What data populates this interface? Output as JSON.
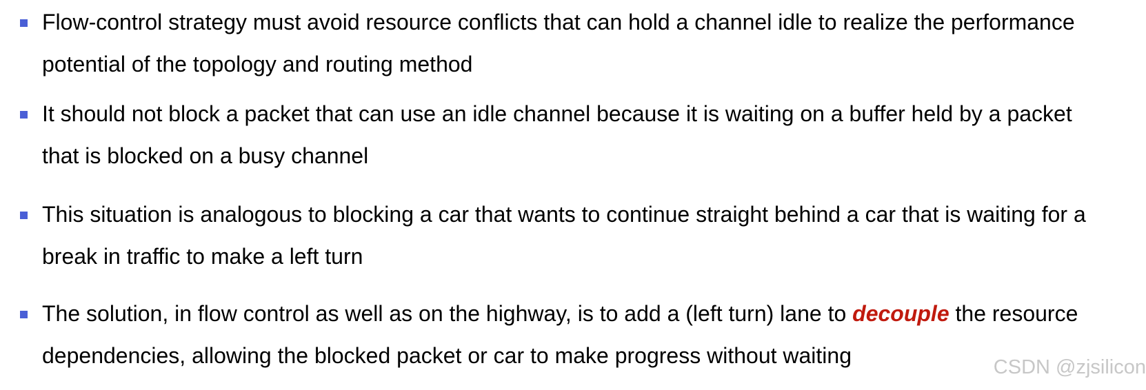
{
  "bullets": [
    {
      "line1": "Flow-control strategy must avoid resource conflicts that can hold a channel idle to realize the performance",
      "line2": "potential of the topology and routing method"
    },
    {
      "line1": "It should not block a packet that can use an idle channel because it is waiting on a buffer held by a packet",
      "line2": "that is blocked on a busy channel"
    },
    {
      "line1": "This situation is analogous to blocking a car that wants to continue straight behind a car that is waiting for a",
      "line2": "break in traffic to make a left turn"
    },
    {
      "line1_before": "The solution, in flow control as well as on the highway, is to add a (left turn) lane to ",
      "emphasis": "decouple",
      "line1_after": " the resource",
      "line2": "dependencies, allowing the blocked packet or car to make progress without waiting"
    }
  ],
  "watermark": "CSDN @zjsilicon",
  "colors": {
    "bullet": "#4a5fd6",
    "emphasis": "#c01a0e",
    "watermark": "#c7c7c7"
  }
}
